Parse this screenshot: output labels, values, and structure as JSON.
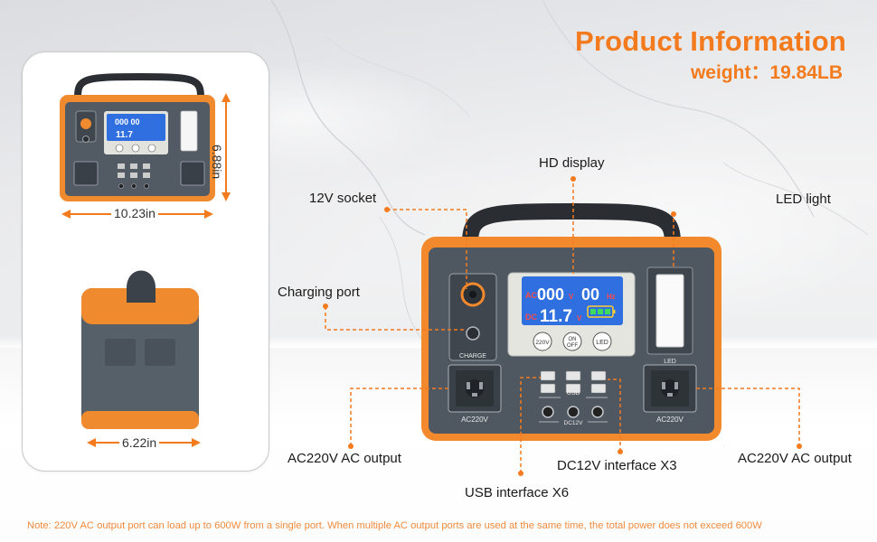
{
  "header": {
    "title": "Product Information",
    "weight": "weight：19.84LB"
  },
  "dimensions": {
    "height": "6.88in",
    "width": "10.23in",
    "depth": "6.22in"
  },
  "callouts": {
    "hd_display": "HD display",
    "socket_12v": "12V socket",
    "led_light": "LED light",
    "charging_port": "Charging port",
    "ac_output_left": "AC220V AC output",
    "ac_output_right": "AC220V AC output",
    "dc_interface": "DC12V interface X3",
    "usb_interface": "USB interface X6"
  },
  "device": {
    "lcd_row1_value": "000",
    "lcd_row1_unit": "V",
    "lcd_row1_value2": "00",
    "lcd_row1_unit2": "Hz",
    "lcd_row1_prefix": "AC",
    "lcd_row2_prefix": "DC",
    "lcd_row2_value": "11.7",
    "lcd_row2_unit": "V",
    "btn_220v": "220V",
    "btn_on": "ON",
    "btn_off": "OFF",
    "btn_led": "LED",
    "label_charge": "CHARGE",
    "label_led": "LED",
    "label_usb": "USB",
    "label_dc12v": "DC12V",
    "label_ac_left": "AC220V",
    "label_ac_right": "AC220V"
  },
  "footer": {
    "note": "Note: 220V AC output port can load up to 600W from a single port. When multiple AC output ports are used at the same time, the total power does not exceed 600W"
  },
  "colors": {
    "accent": "#f47a1e",
    "body_gray": "#4f5861",
    "lcd_blue": "#2f6fe0"
  }
}
